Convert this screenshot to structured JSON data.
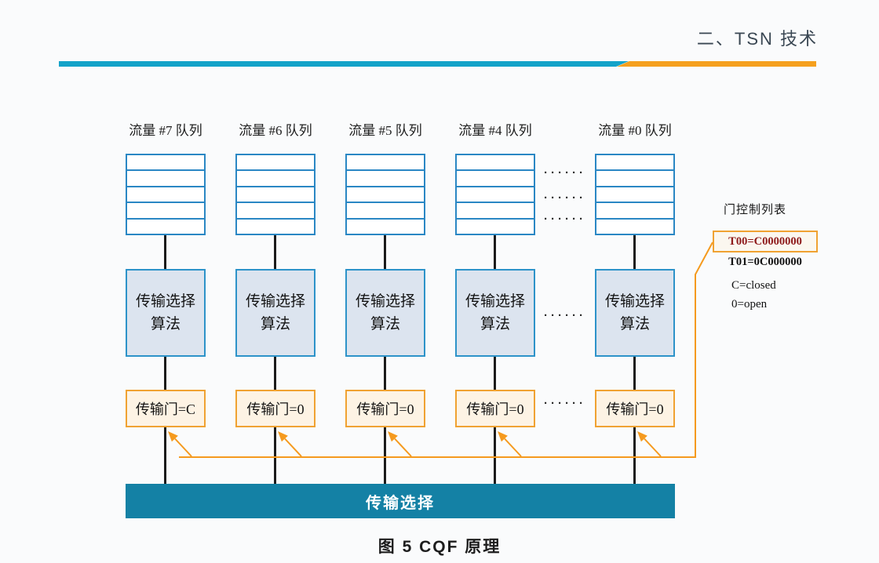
{
  "header": {
    "title": "二、TSN 技术"
  },
  "columns": [
    {
      "label": "流量 #7 队列",
      "algo": "传输选择\n算法",
      "gate": "传输门=C"
    },
    {
      "label": "流量 #6 队列",
      "algo": "传输选择\n算法",
      "gate": "传输门=0"
    },
    {
      "label": "流量 #5 队列",
      "algo": "传输选择\n算法",
      "gate": "传输门=0"
    },
    {
      "label": "流量 #4 队列",
      "algo": "传输选择\n算法",
      "gate": "传输门=0"
    },
    {
      "label": "流量 #0 队列",
      "algo": "传输选择\n算法",
      "gate": "传输门=0"
    }
  ],
  "ellipsis": "······",
  "gate_control": {
    "title": "门控制列表",
    "row_highlight": "T00=C0000000",
    "row_next": "T01=0C000000",
    "legend_closed": "C=closed",
    "legend_open": "0=open"
  },
  "bottom_bar": {
    "label": "传输选择"
  },
  "caption": "图 5 CQF 原理",
  "colors": {
    "teal_line": "#13a3c9",
    "orange_line": "#f5a01e",
    "queue_border": "#2a87c4",
    "algo_fill": "#dce4ef",
    "gate_border": "#f0a232",
    "gate_fill": "#fdf3e4",
    "bar_fill": "#1481a5",
    "highlight_text": "#8e1a1a",
    "arrow": "#f59a1e"
  }
}
